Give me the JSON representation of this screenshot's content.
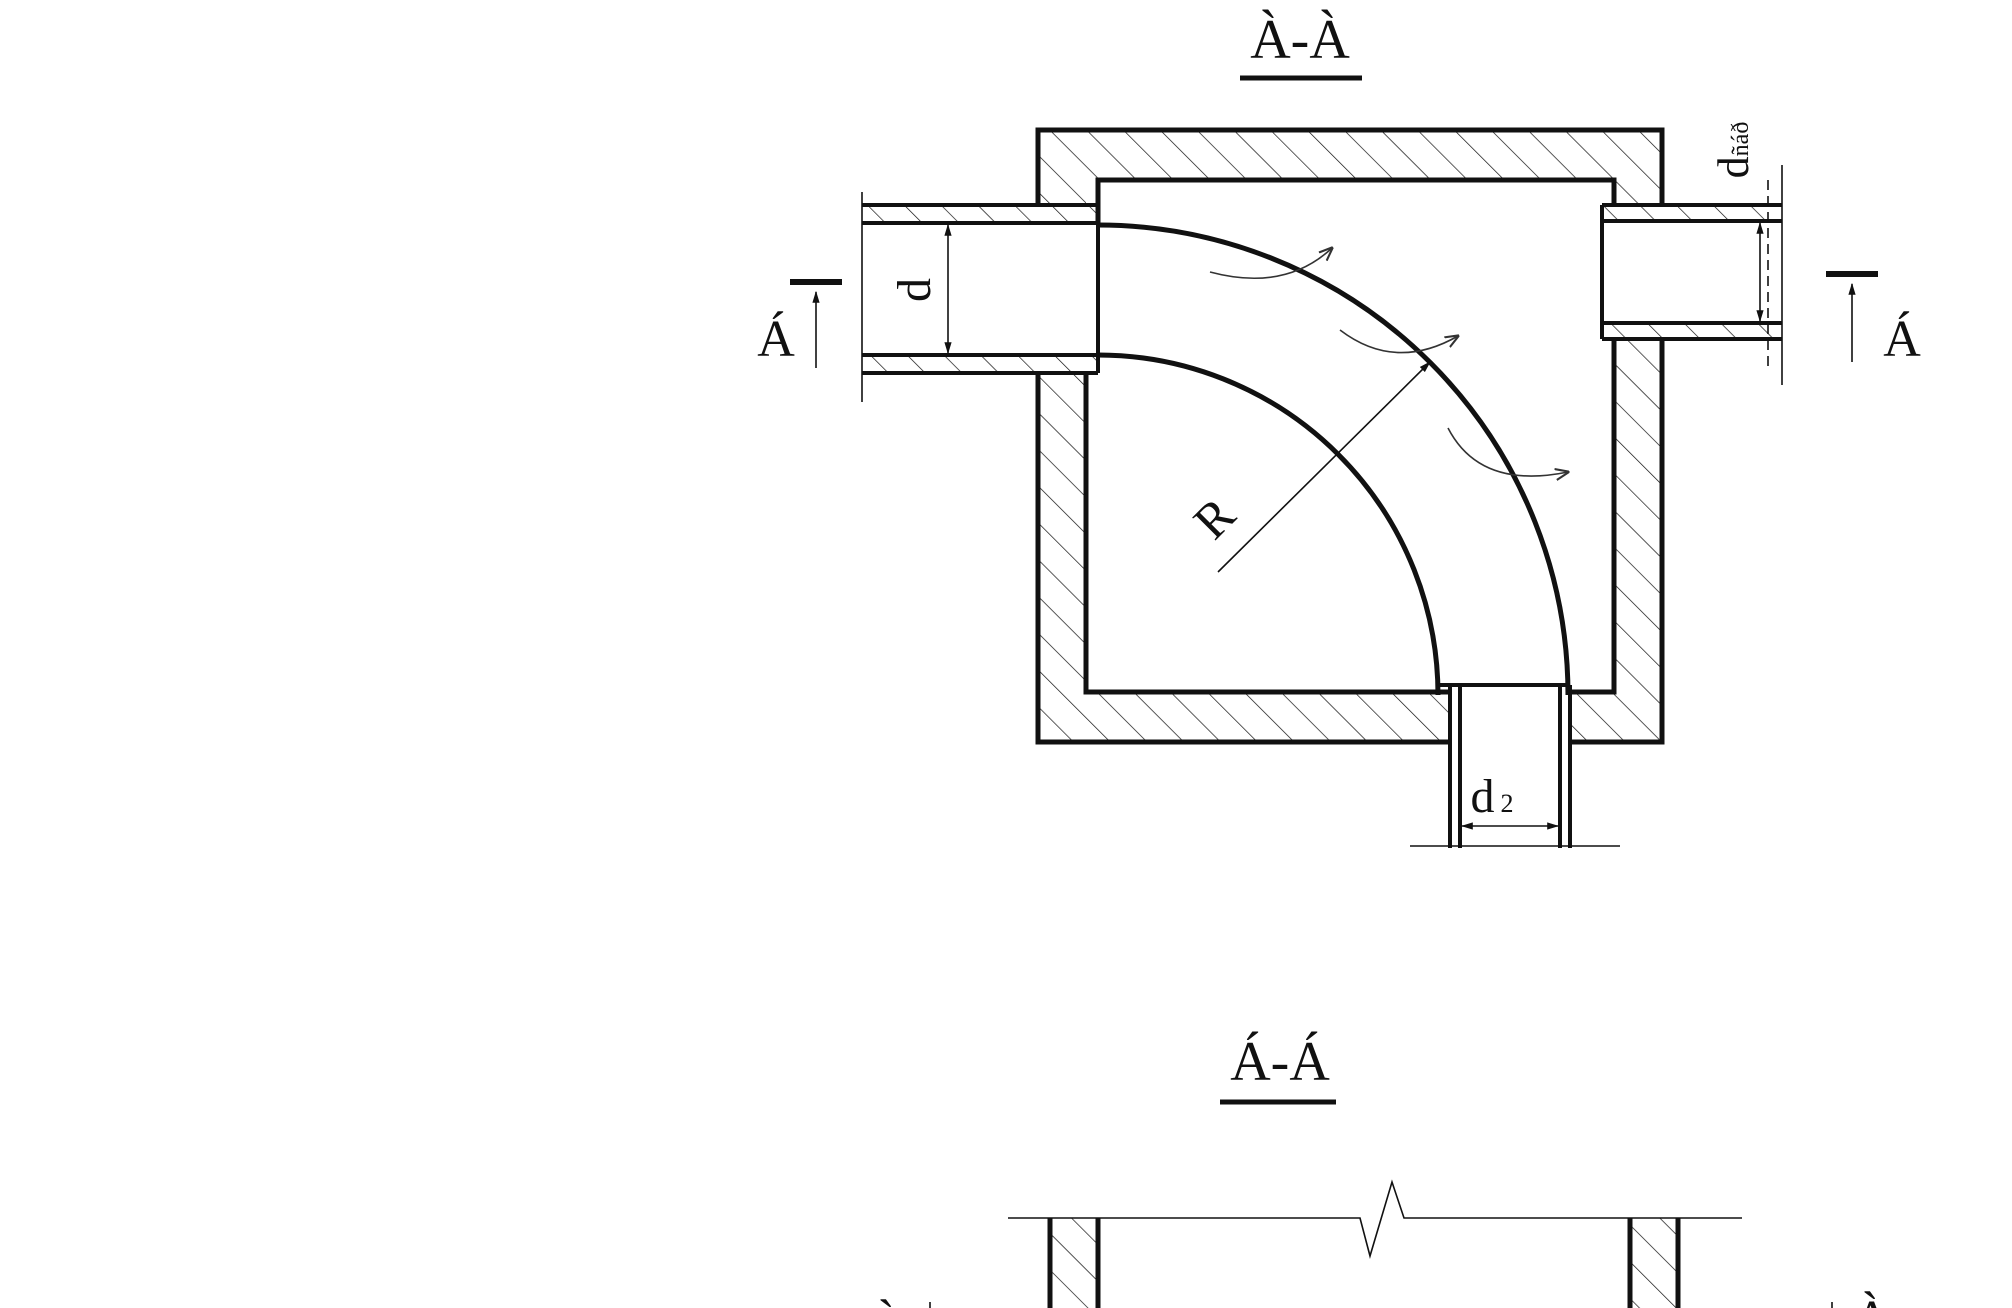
{
  "drawing": {
    "top_view": {
      "section_title": "À-À",
      "label_section_left": "Á",
      "label_section_right": "Á",
      "dim_inlet_diameter": "d",
      "dim_outlet_pipe_prefix": "d",
      "dim_outlet_pipe_subscript": "ñáð",
      "dim_outlet_bottom_prefix": "d",
      "dim_outlet_bottom_subscript": "2",
      "dim_bend_radius": "R"
    },
    "section_view": {
      "section_title": "Á-Á",
      "label_section_left": "À",
      "label_section_right": "À"
    }
  },
  "colors": {
    "line": "#111111",
    "background": "#ffffff"
  }
}
